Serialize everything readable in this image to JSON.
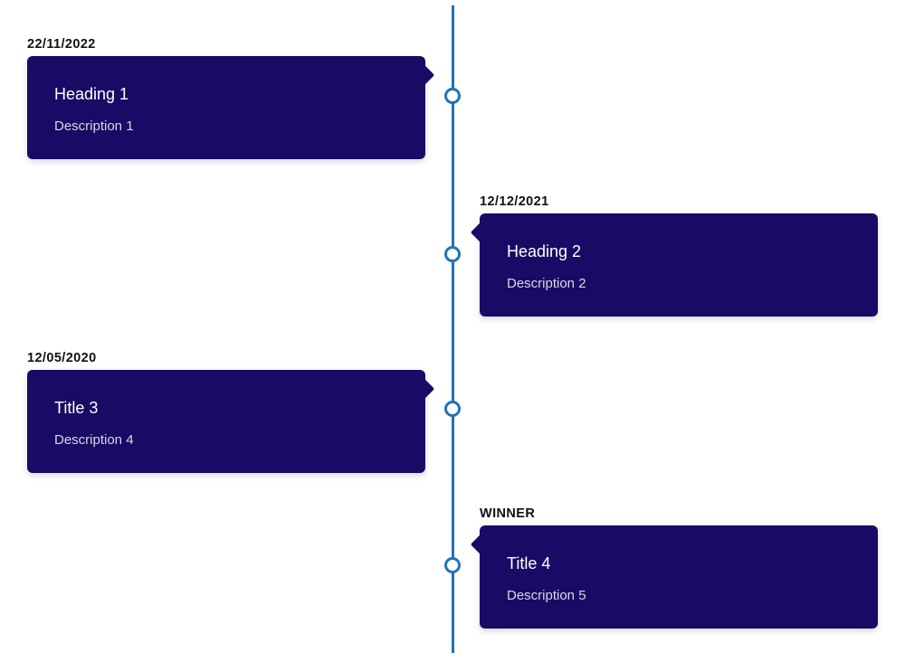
{
  "page": {
    "background": "#ffffff"
  },
  "timeline": {
    "orientation": "vertical",
    "colors": {
      "line": "#2073b8",
      "card_background": "#1a0a66",
      "heading_text": "#ffffff",
      "description_text": "#d9d9de",
      "label_text": "#111111",
      "marker_fill": "#ffffff"
    },
    "items": [
      {
        "label": "22/11/2022",
        "heading": "Heading 1",
        "description": "Description 1",
        "side": "left"
      },
      {
        "label": "12/12/2021",
        "heading": "Heading 2",
        "description": "Description 2",
        "side": "right"
      },
      {
        "label": "12/05/2020",
        "heading": "Title 3",
        "description": "Description 4",
        "side": "left"
      },
      {
        "label": "WINNER",
        "heading": "Title 4",
        "description": "Description 5",
        "side": "right"
      }
    ]
  }
}
